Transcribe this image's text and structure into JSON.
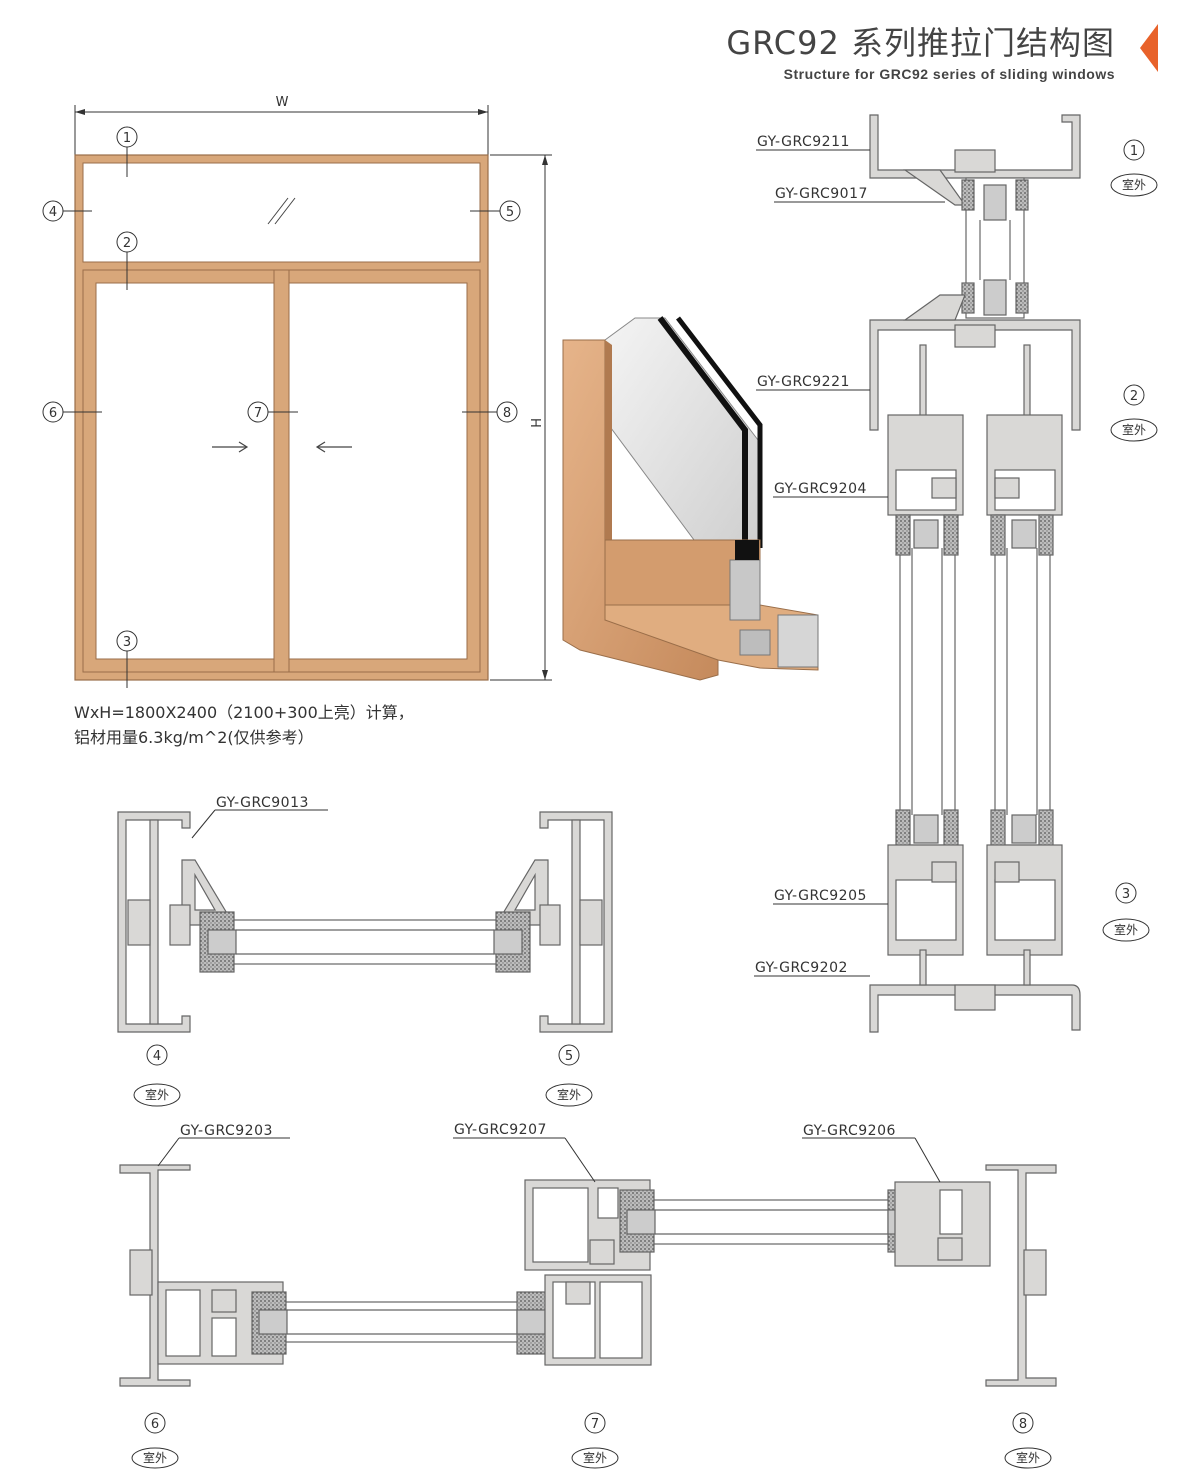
{
  "header": {
    "title": "GRC92 系列推拉门结构图",
    "subtitle": "Structure for GRC92 series of sliding windows",
    "accent_color": "#e8622a"
  },
  "elevation": {
    "width_label": "W",
    "height_label": "H",
    "arrow_right": "→",
    "arrow_left": "←",
    "glass_mark": "//",
    "frame_color": "#d8a77a",
    "markers": [
      "1",
      "2",
      "3",
      "4",
      "5",
      "6",
      "7",
      "8"
    ]
  },
  "note": {
    "line1": "WxH=1800X2400（2100+300上亮）计算，",
    "line2": "铝材用量6.3kg/m^2(仅供参考）"
  },
  "profiles": {
    "gy9211": "GY-GRC9211",
    "gy9017": "GY-GRC9017",
    "gy9221": "GY-GRC9221",
    "gy9204": "GY-GRC9204",
    "gy9205": "GY-GRC9205",
    "gy9202": "GY-GRC9202",
    "gy9013": "GY-GRC9013",
    "gy9203": "GY-GRC9203",
    "gy9207": "GY-GRC9207",
    "gy9206": "GY-GRC9206"
  },
  "section_numbers": {
    "v1": "1",
    "v2": "2",
    "v3": "3",
    "s4": "4",
    "s5": "5",
    "s6": "6",
    "s7": "7",
    "s8": "8"
  },
  "outdoor_label": "室外",
  "profile_color": "#d9d8d6"
}
